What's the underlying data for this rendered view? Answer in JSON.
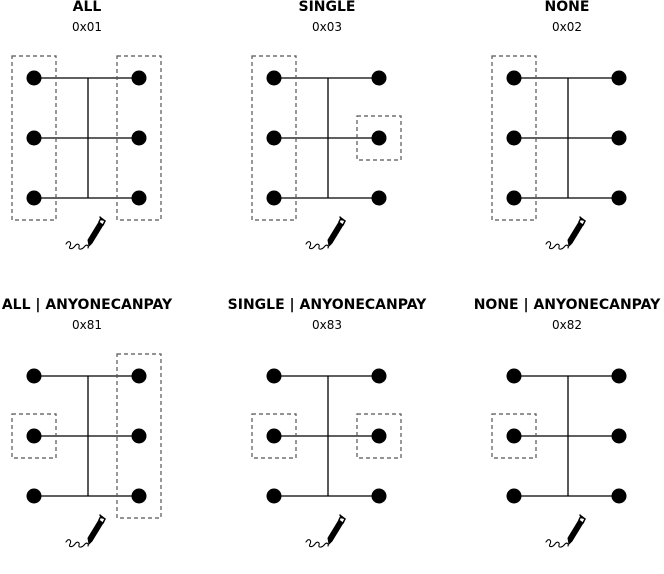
{
  "colors": {
    "ink": "#000000",
    "dash": "#555555",
    "background": "#ffffff"
  },
  "panels": [
    {
      "id": "all",
      "title": "ALL",
      "code": "0x01",
      "inputs_boxed": [
        0,
        1,
        2
      ],
      "outputs_boxed": [
        0,
        1,
        2
      ],
      "icon": "pen-signature-icon"
    },
    {
      "id": "single",
      "title": "SINGLE",
      "code": "0x03",
      "inputs_boxed": [
        0,
        1,
        2
      ],
      "outputs_boxed": [
        1
      ],
      "icon": "pen-signature-icon"
    },
    {
      "id": "none",
      "title": "NONE",
      "code": "0x02",
      "inputs_boxed": [
        0,
        1,
        2
      ],
      "outputs_boxed": [],
      "icon": "pen-signature-icon"
    },
    {
      "id": "all-anyonecanpay",
      "title": "ALL | ANYONECANPAY",
      "code": "0x81",
      "inputs_boxed": [
        1
      ],
      "outputs_boxed": [
        0,
        1,
        2
      ],
      "icon": "pen-signature-icon"
    },
    {
      "id": "single-anyonecanpay",
      "title": "SINGLE | ANYONECANPAY",
      "code": "0x83",
      "inputs_boxed": [
        1
      ],
      "outputs_boxed": [
        1
      ],
      "icon": "pen-signature-icon"
    },
    {
      "id": "none-anyonecanpay",
      "title": "NONE | ANYONECANPAY",
      "code": "0x82",
      "inputs_boxed": [
        1
      ],
      "outputs_boxed": [],
      "icon": "pen-signature-icon"
    }
  ]
}
